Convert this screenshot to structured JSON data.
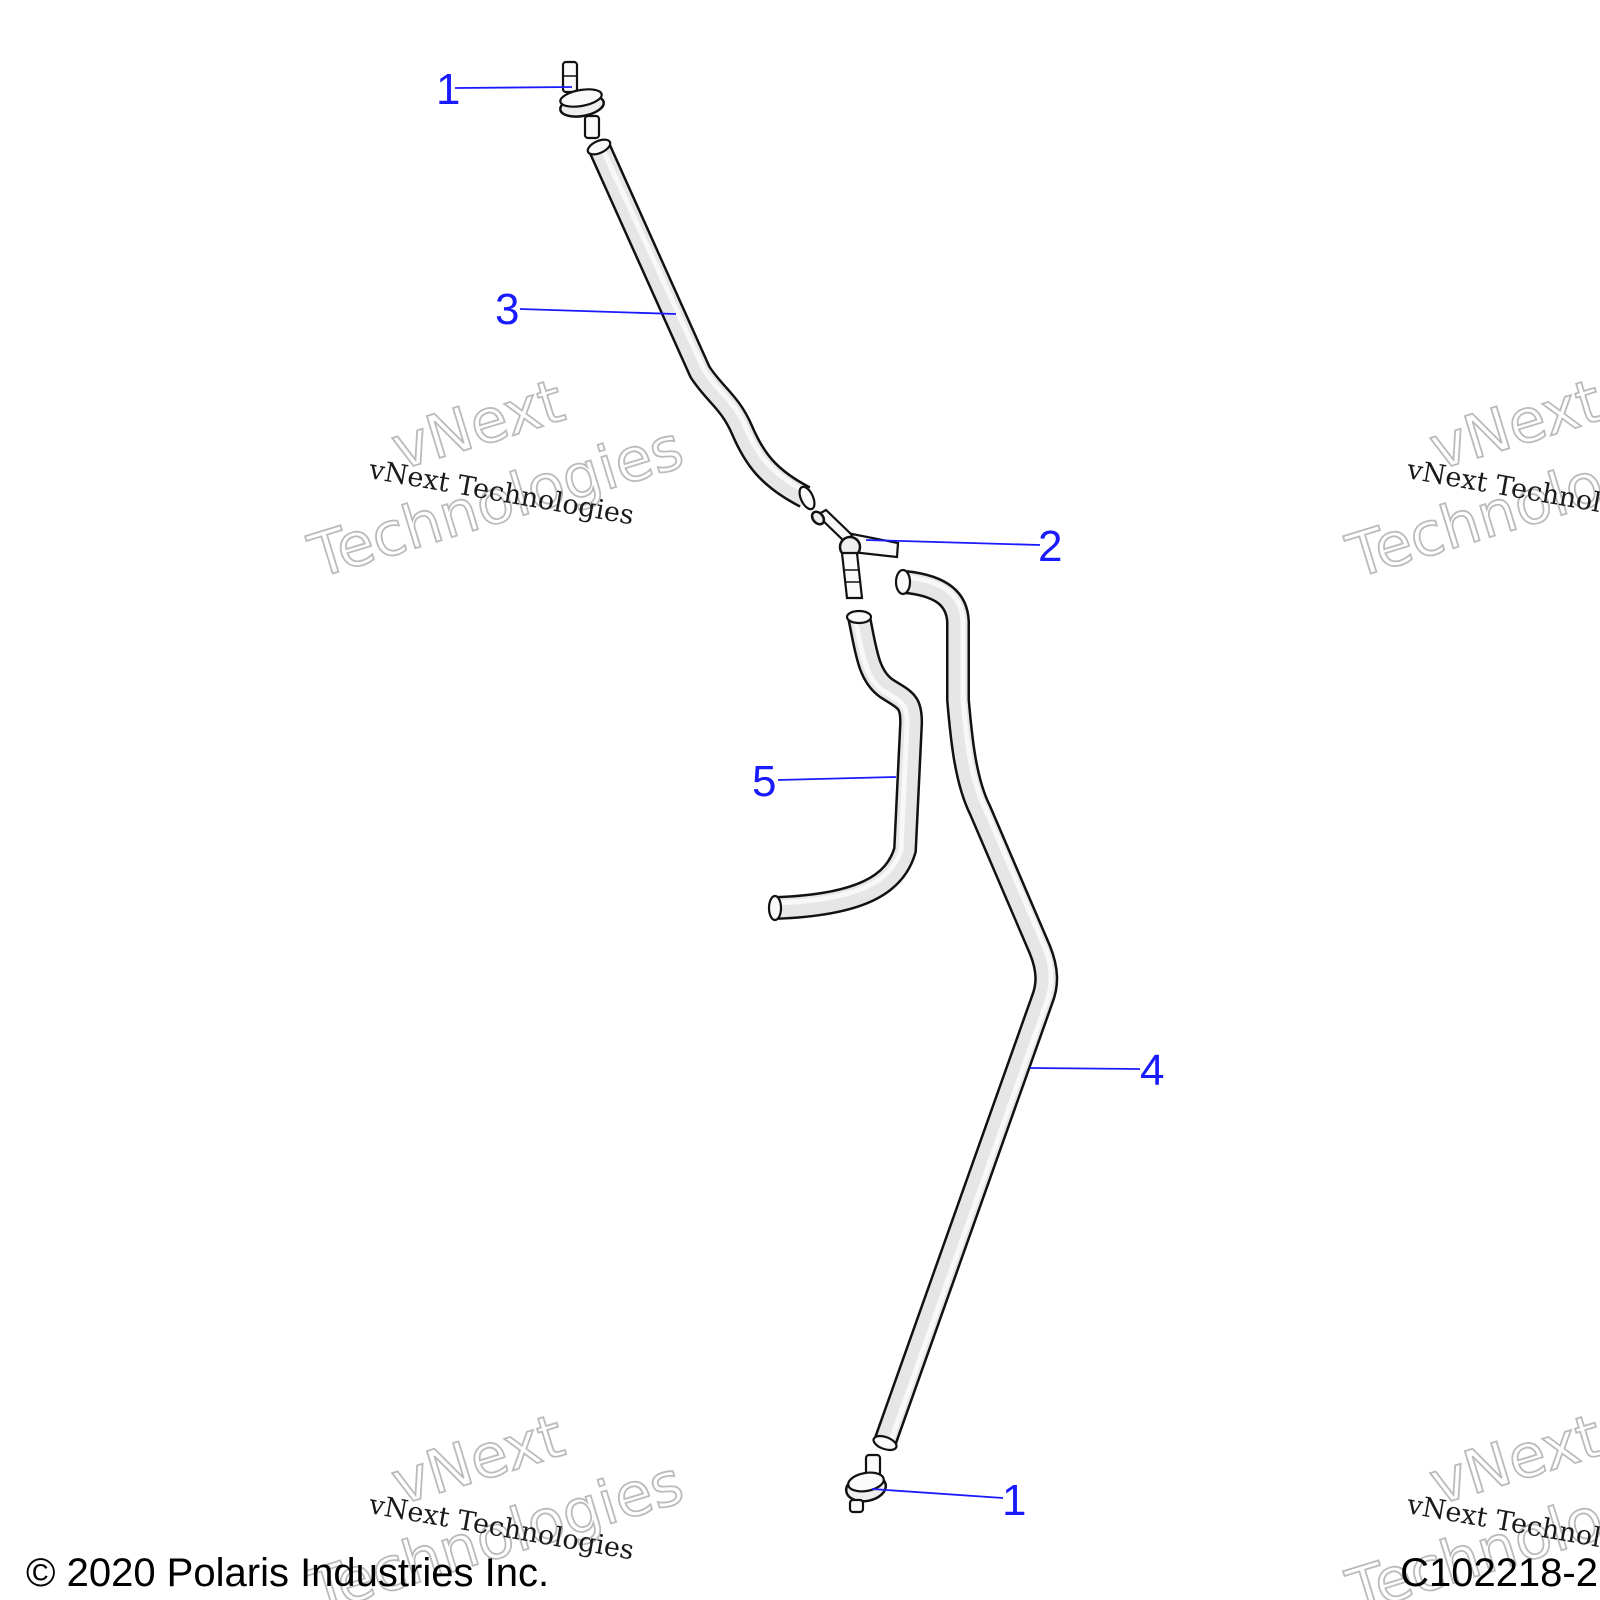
{
  "callouts": {
    "fitting_top": "1",
    "tee_fitting": "2",
    "hose_upper": "3",
    "hose_long": "4",
    "hose_short": "5",
    "fitting_bottom": "1"
  },
  "watermarks": {
    "line1": "vNext Technologies",
    "big_word1": "vNext",
    "big_word2": "Technologies"
  },
  "footer": {
    "copyright": "© 2020 Polaris Industries Inc.",
    "figure_id": "C102218-2"
  },
  "colors": {
    "callout": "#1a1aff",
    "line_art": "#111111",
    "hose_fill": "#e6e6e6"
  }
}
